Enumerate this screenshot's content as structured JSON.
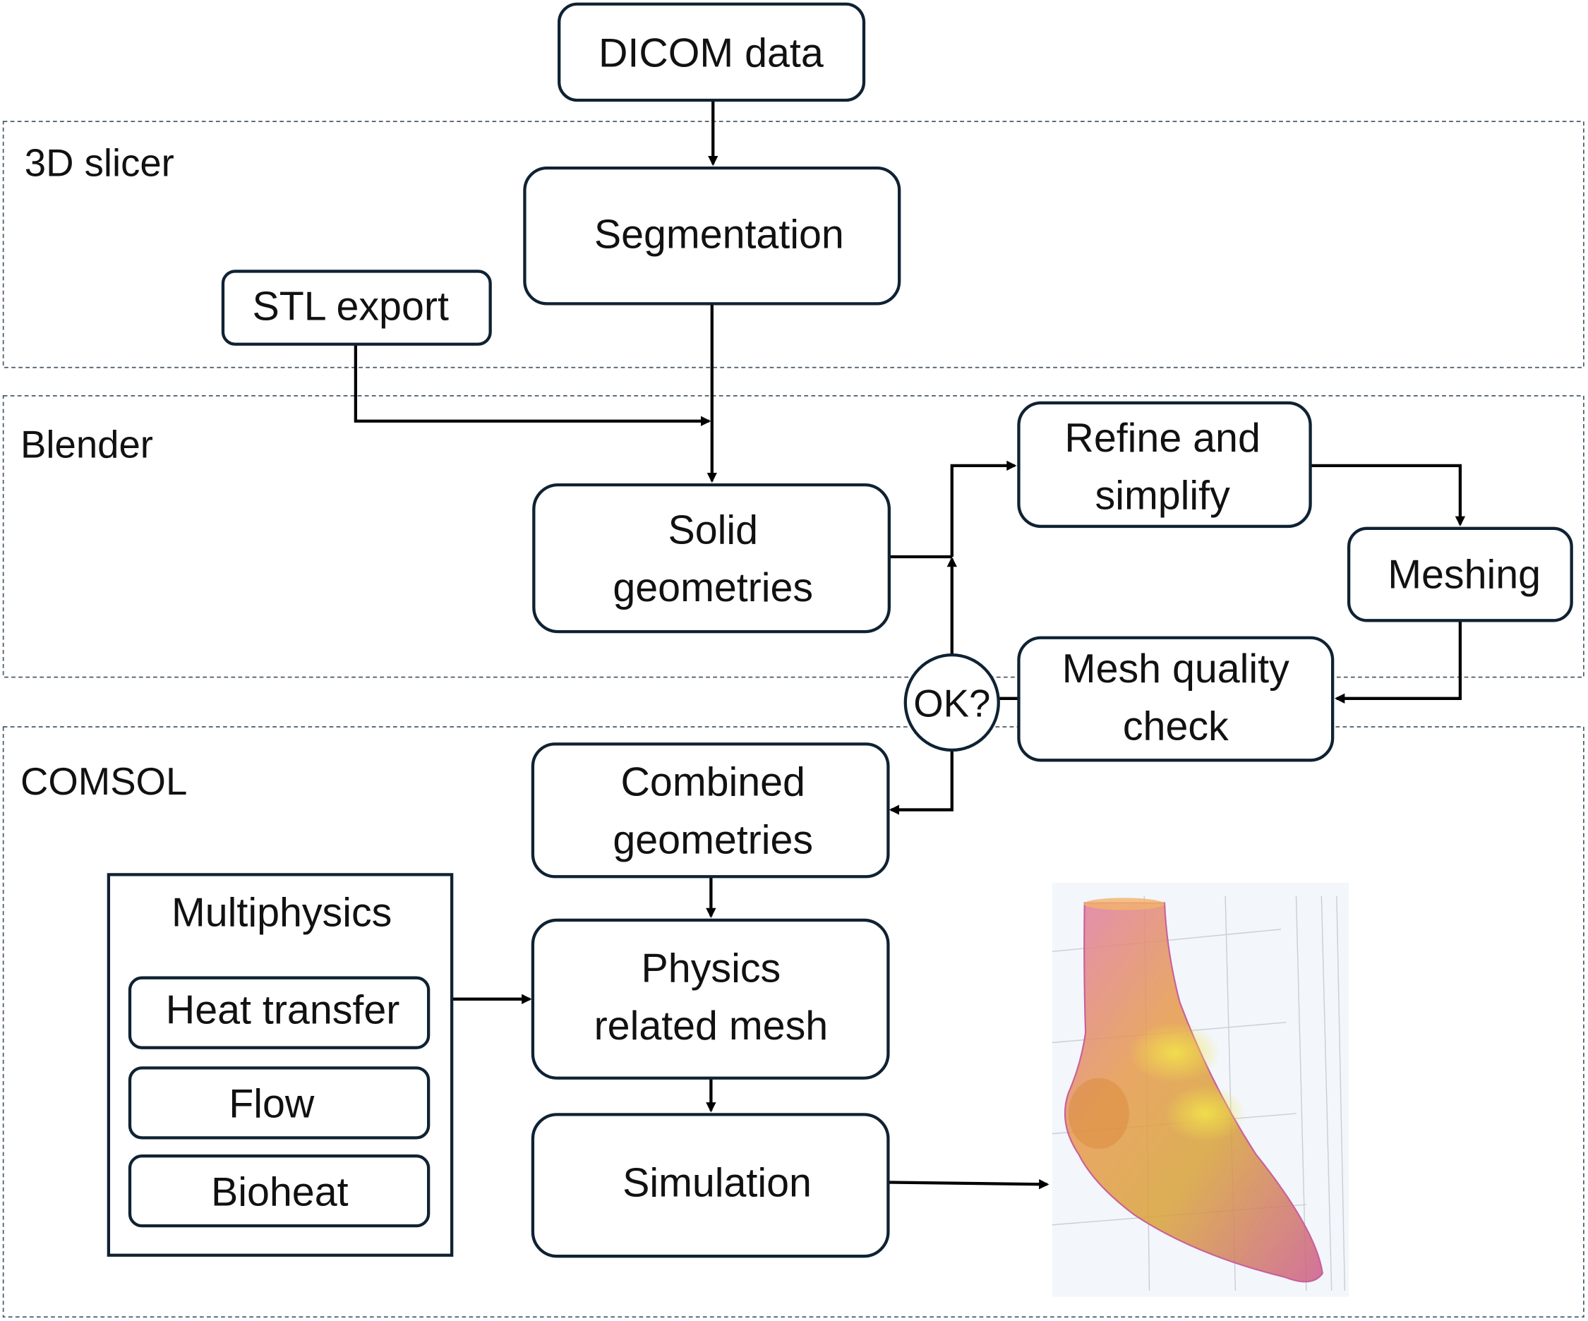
{
  "lanes": [
    {
      "id": "slicer",
      "label": "3D slicer"
    },
    {
      "id": "blender",
      "label": "Blender"
    },
    {
      "id": "comsol",
      "label": "COMSOL"
    }
  ],
  "nodes": {
    "dicom": {
      "lines": [
        "DICOM data"
      ]
    },
    "segmentation": {
      "lines": [
        "Segmentation"
      ]
    },
    "stl_export": {
      "lines": [
        "STL export"
      ]
    },
    "solid_geometries": {
      "lines": [
        "Solid",
        "geometries"
      ]
    },
    "refine": {
      "lines": [
        "Refine and",
        "simplify"
      ]
    },
    "meshing": {
      "lines": [
        "Meshing"
      ]
    },
    "mesh_quality": {
      "lines": [
        "Mesh quality",
        "check"
      ]
    },
    "ok_decision": {
      "lines": [
        "OK?"
      ]
    },
    "combined_geometries": {
      "lines": [
        "Combined",
        "geometries"
      ]
    },
    "physics_mesh": {
      "lines": [
        "Physics",
        "related mesh"
      ]
    },
    "simulation": {
      "lines": [
        "Simulation"
      ]
    }
  },
  "multiphysics": {
    "title": "Multiphysics",
    "items": [
      "Heat transfer",
      "Flow",
      "Bioheat"
    ]
  },
  "edges": [
    {
      "from": "dicom",
      "to": "segmentation"
    },
    {
      "from": "segmentation",
      "to": "solid_geometries"
    },
    {
      "from": "stl_export",
      "to": "solid_geometries"
    },
    {
      "from": "solid_geometries",
      "to": "refine"
    },
    {
      "from": "refine",
      "to": "meshing"
    },
    {
      "from": "meshing",
      "to": "mesh_quality"
    },
    {
      "from": "mesh_quality",
      "to": "ok_decision"
    },
    {
      "from": "ok_decision",
      "to": "refine"
    },
    {
      "from": "ok_decision",
      "to": "combined_geometries"
    },
    {
      "from": "combined_geometries",
      "to": "physics_mesh"
    },
    {
      "from": "multiphysics",
      "to": "physics_mesh"
    },
    {
      "from": "physics_mesh",
      "to": "simulation"
    },
    {
      "from": "simulation",
      "to": "foot_render"
    }
  ],
  "foot_render": {
    "description": "3D rendered foot model with temperature colormap"
  },
  "colors": {
    "stroke": "#0f2233",
    "lane": "#4a5a68",
    "arrow": "#000000"
  }
}
